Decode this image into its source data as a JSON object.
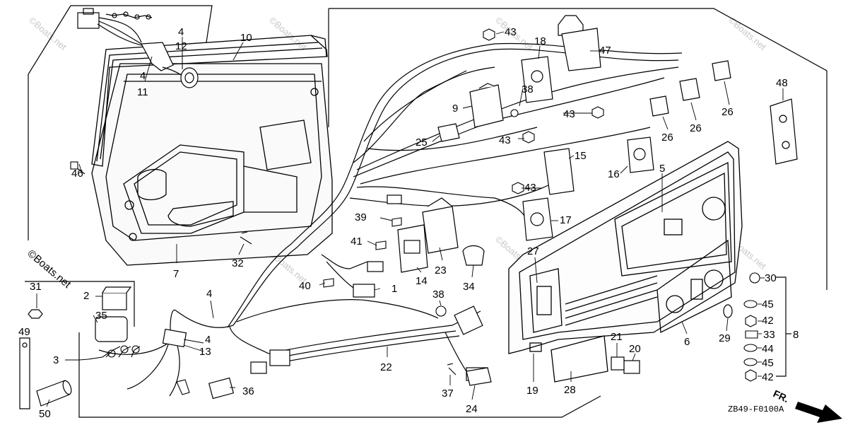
{
  "diagram_code": "ZB49-F0100A",
  "direction_mark": "FR.",
  "watermark": "©Boats.net",
  "callouts": [
    "1",
    "2",
    "3",
    "4",
    "4",
    "4",
    "4",
    "5",
    "6",
    "7",
    "8",
    "9",
    "10",
    "11",
    "12",
    "13",
    "14",
    "15",
    "16",
    "17",
    "18",
    "19",
    "20",
    "21",
    "22",
    "23",
    "24",
    "25",
    "26",
    "26",
    "26",
    "27",
    "28",
    "29",
    "30",
    "31",
    "32",
    "33",
    "34",
    "35",
    "36",
    "37",
    "38",
    "38",
    "39",
    "40",
    "41",
    "42",
    "42",
    "43",
    "43",
    "43",
    "43",
    "44",
    "45",
    "45",
    "46",
    "47",
    "48",
    "49",
    "50"
  ]
}
